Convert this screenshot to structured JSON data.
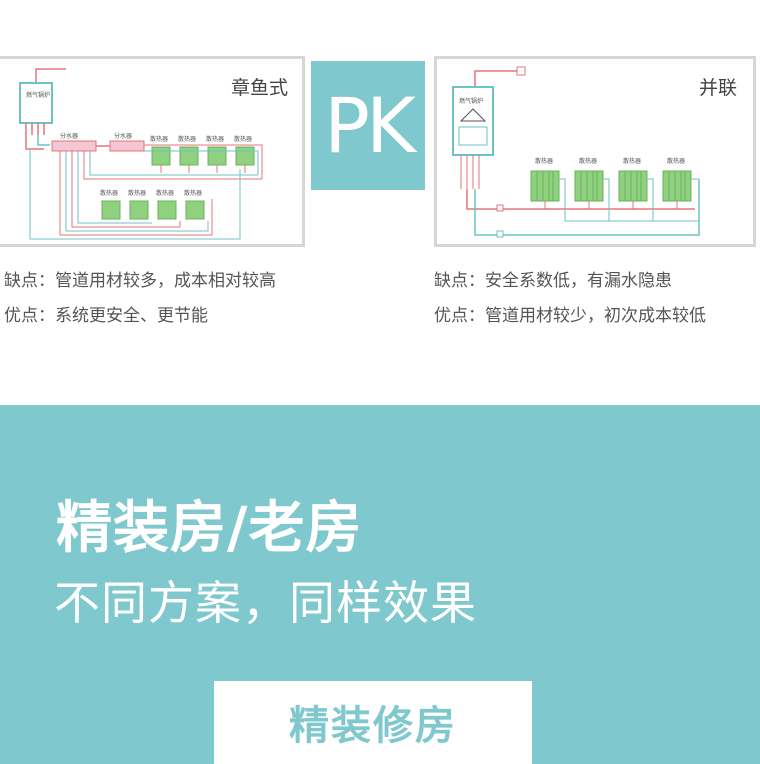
{
  "comparison": {
    "left": {
      "title": "章鱼式",
      "diagram": {
        "boiler_label": "燃气锅炉",
        "manifold_labels": [
          "分水器",
          "分水器"
        ],
        "radiator_label": "散热器"
      },
      "cons": "缺点：管道用材较多，成本相对较高",
      "pros": "优点：系统更安全、更节能"
    },
    "pk_label": "PK",
    "right": {
      "title": "并联",
      "diagram": {
        "boiler_label": "燃气锅炉",
        "radiator_label": "散热器"
      },
      "cons": "缺点：安全系数低，有漏水隐患",
      "pros": "优点：管道用材较少，初次成本较低"
    }
  },
  "promo": {
    "title": "精装房/老房",
    "subtitle": "不同方案，同样效果",
    "button_label": "精装修房"
  },
  "colors": {
    "accent": "#7fc8cd",
    "supply_pipe": "#e8737a",
    "return_pipe": "#6cc2c6",
    "radiator": "#8fd17f"
  }
}
